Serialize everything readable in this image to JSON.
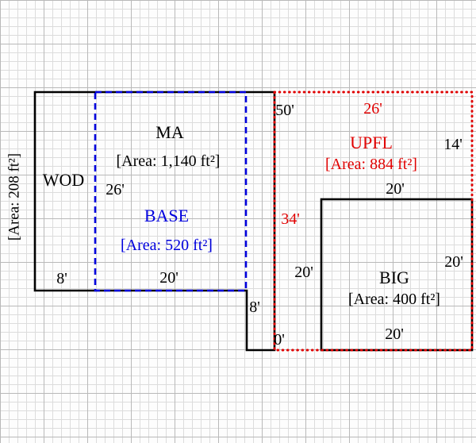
{
  "diagram": {
    "type": "floor-plan",
    "colors": {
      "ink": "#000000",
      "base_blue": "#0000dd",
      "upfl_red": "#e00000"
    },
    "rooms": {
      "wod": {
        "name": "WOD",
        "area_label": "[Area: 208 ft²]"
      },
      "ma": {
        "name": "MA",
        "area_label": "[Area: 1,140 ft²]"
      },
      "base": {
        "name": "BASE",
        "area_label": "[Area: 520 ft²]"
      },
      "upfl": {
        "name": "UPFL",
        "area_label": "[Area: 884 ft²]"
      },
      "big": {
        "name": "BIG",
        "area_label": "[Area: 400 ft²]"
      }
    },
    "dimensions": {
      "wod_bottom": "8'",
      "base_left": "26'",
      "base_bottom": "20'",
      "ma_top_right": "50'",
      "upfl_top": "26'",
      "upfl_right": "14'",
      "big_top": "20'",
      "upfl_left": "34'",
      "big_left_outside": "20'",
      "big_right_inside": "20'",
      "notch_left": "8'",
      "notch_bottom": "0'",
      "big_bottom_inside": "20'"
    }
  }
}
